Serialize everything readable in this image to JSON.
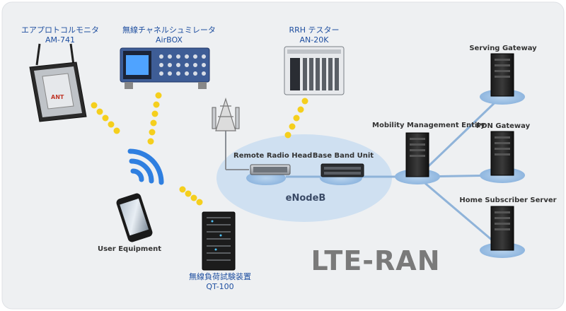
{
  "devices": {
    "protocol_monitor": {
      "name": "エアプロトコルモニタ",
      "model": "AM-741"
    },
    "channel_simulator": {
      "name": "無線チャネルシュミレータ",
      "model": "AirBOX"
    },
    "rrh_tester": {
      "name": "RRH テスター",
      "model": "AN-20K"
    },
    "load_tester": {
      "name": "無線負荷試験装置",
      "model": "QT-100"
    }
  },
  "nodes": {
    "rrh": "Remote Radio Head",
    "bbu": "Base Band Unit",
    "enodeb": "eNodeB",
    "mme": "Mobility Management Entity",
    "sgw": "Serving Gateway",
    "pgw": "PDN Gateway",
    "hss": "Home Subscriber Server",
    "ue": "User Equipment"
  },
  "title": "LTE-RAN",
  "colors": {
    "background_panel": "#eef0f2",
    "ellipse": "#cfe0f1",
    "link_line": "#8fb3d9",
    "dot_yellow": "#f5cf1d",
    "wifi_blue": "#2f7fe0",
    "label_blue": "#1f4fa0",
    "title_gray": "#7a7a7a"
  }
}
